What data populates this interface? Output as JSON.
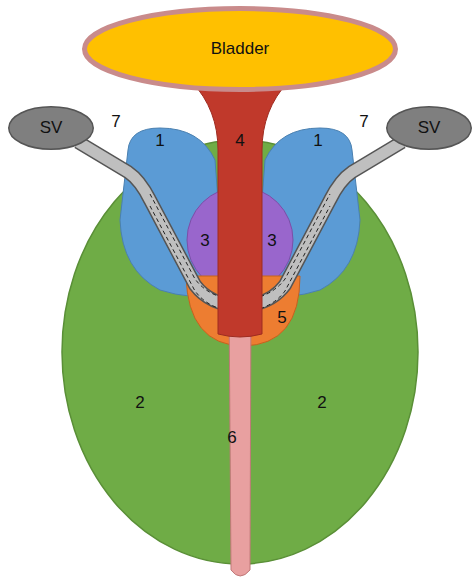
{
  "diagram": {
    "nodes": [
      {
        "text": [
          "Bladder"
        ]
      },
      {
        "text": [
          "SV"
        ]
      },
      {
        "text": [
          "SV"
        ]
      }
    ],
    "labels": [
      "1",
      "1",
      "2",
      "2",
      "3",
      "3",
      "4",
      "5",
      "6",
      "7",
      "7"
    ]
  }
}
